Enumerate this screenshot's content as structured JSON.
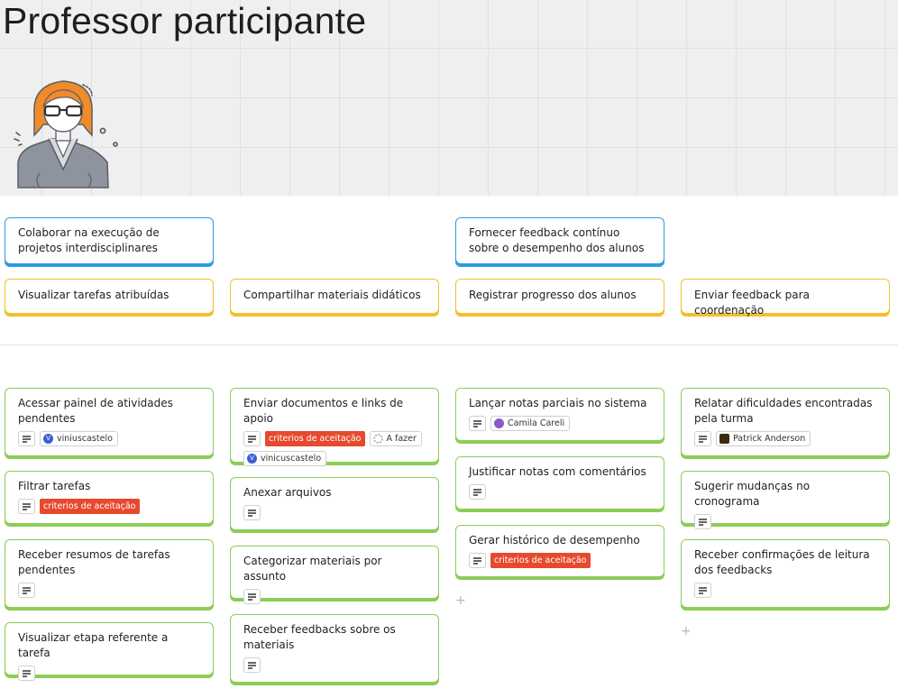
{
  "page": {
    "title": "Professor participante"
  },
  "activities": [
    {
      "text": "Colaborar na execução de projetos interdisciplinares"
    },
    {
      "text": "Fornecer feedback contínuo sobre o desempenho dos alunos"
    }
  ],
  "steps": [
    {
      "text": "Visualizar tarefas atribuídas"
    },
    {
      "text": "Compartilhar materiais didáticos"
    },
    {
      "text": "Registrar progresso dos alunos"
    },
    {
      "text": "Enviar feedback para coordenação"
    }
  ],
  "columns": [
    {
      "cards": [
        {
          "text": "Acessar painel de atividades pendentes",
          "user": "viniuscastelo"
        },
        {
          "text": "Filtrar tarefas",
          "tag": "criterios de aceitação"
        },
        {
          "text": "Receber resumos de tarefas pendentes"
        },
        {
          "text": "Visualizar etapa referente a tarefa"
        }
      ]
    },
    {
      "cards": [
        {
          "text": "Enviar documentos e links de apoio",
          "tag": "criterios de aceitação",
          "status": "A fazer",
          "user": "vinicuscastelo"
        },
        {
          "text": "Anexar arquivos"
        },
        {
          "text": "Categorizar materiais por assunto"
        },
        {
          "text": "Receber feedbacks sobre os materiais"
        }
      ]
    },
    {
      "cards": [
        {
          "text": "Lançar notas parciais no sistema",
          "user": "Camila Careli"
        },
        {
          "text": "Justificar notas com comentários"
        },
        {
          "text": "Gerar histórico de desempenho",
          "tag": "criterios de aceitação"
        }
      ]
    },
    {
      "cards": [
        {
          "text": "Relatar dificuldades encontradas pela turma",
          "user": "Patrick Anderson"
        },
        {
          "text": "Sugerir mudanças no cronograma"
        },
        {
          "text": "Receber confirmações de leitura dos feedbacks"
        }
      ]
    }
  ],
  "avatar_initials": {
    "v": "V"
  },
  "colors": {
    "activity": "#2e9be0",
    "step": "#f2c02a",
    "story": "#8ccd56",
    "tag": "#e64a2e"
  },
  "add_label": "+"
}
